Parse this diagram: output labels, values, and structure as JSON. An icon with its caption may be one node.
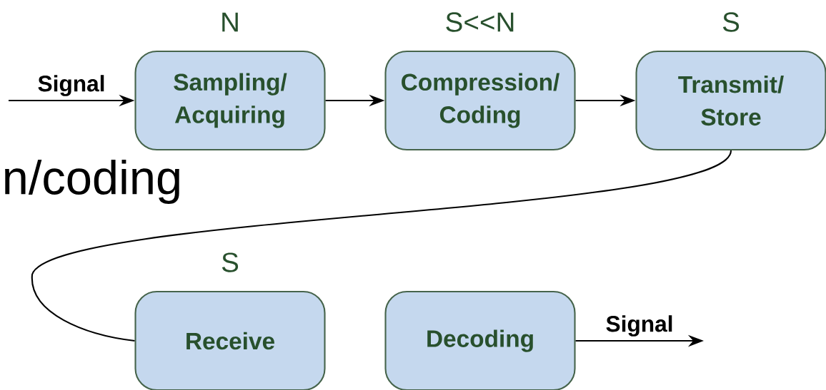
{
  "diagram": {
    "nodes": [
      {
        "text": [
          "Sampling/ Acquiring"
        ],
        "beside": [
          "N"
        ]
      },
      {
        "text": [
          "Compression/ Coding"
        ],
        "beside": [
          "S<<N"
        ]
      },
      {
        "text": [
          "Transmit/ Store"
        ],
        "beside": [
          "S"
        ]
      },
      {
        "text": [
          "Receive"
        ],
        "beside": [
          "S"
        ]
      },
      {
        "text": [
          "Decoding"
        ]
      }
    ],
    "edges": [
      {
        "from": null,
        "to": 0,
        "arrow": "to",
        "label": "Signal"
      },
      {
        "from": 0,
        "to": 1,
        "arrow": "to"
      },
      {
        "from": 1,
        "to": 2,
        "arrow": "to"
      },
      {
        "from": 2,
        "to": 3,
        "arrow": "none"
      },
      {
        "from": 4,
        "to": null,
        "arrow": "to",
        "label": "Signal"
      }
    ],
    "labels": [
      "n/coding"
    ]
  }
}
